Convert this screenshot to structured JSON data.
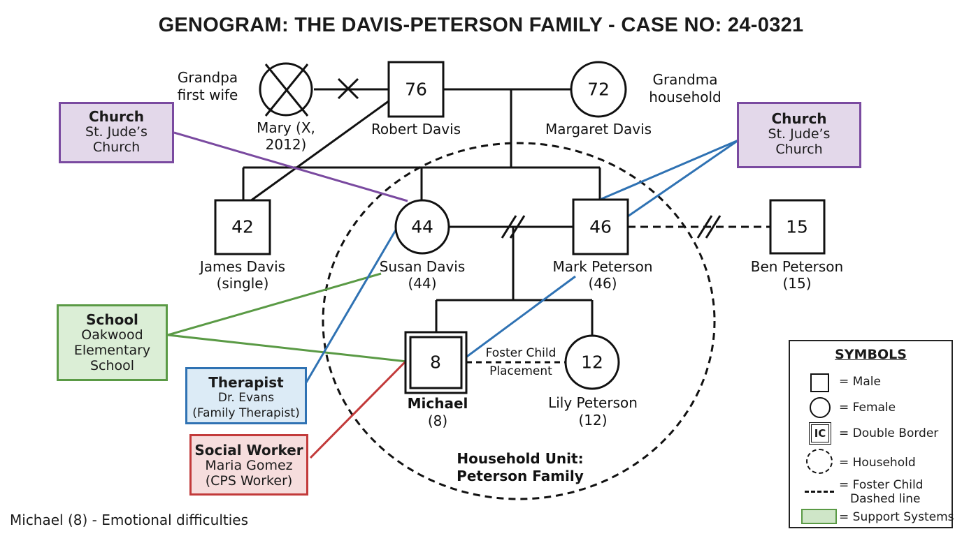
{
  "title": "GENOGRAM: THE DAVIS-PETERSON FAMILY - CASE NO: 24-0321",
  "annotations": {
    "grandpa_first_wife": [
      "Grandpa",
      "first wife"
    ],
    "grandma_household": [
      "Grandma",
      "household"
    ],
    "foster_placement": [
      "Foster Child",
      "Placement"
    ],
    "household_unit": [
      "Household Unit:",
      "Peterson Family"
    ]
  },
  "people": {
    "mary": {
      "number": "",
      "name": "Mary (X,",
      "sub": "2012)"
    },
    "robert": {
      "number": "76",
      "name": "Robert Davis",
      "sub": ""
    },
    "margaret": {
      "number": "72",
      "name": "Margaret Davis",
      "sub": ""
    },
    "james": {
      "number": "42",
      "name": "James Davis",
      "sub": "(single)"
    },
    "susan": {
      "number": "44",
      "name": "Susan Davis",
      "sub": "(44)"
    },
    "mark": {
      "number": "46",
      "name": "Mark Peterson",
      "sub": "(46)"
    },
    "ben": {
      "number": "15",
      "name": "Ben Peterson",
      "sub": "(15)"
    },
    "michael": {
      "number": "8",
      "name": "Michael",
      "sub": "(8)"
    },
    "lily": {
      "number": "12",
      "name": "Lily Peterson",
      "sub": "(12)"
    }
  },
  "supports": {
    "church_left": {
      "title": "Church",
      "lines": [
        "St. Jude’s",
        "Church"
      ]
    },
    "church_right": {
      "title": "Church",
      "lines": [
        "St. Jude’s",
        "Church"
      ]
    },
    "school": {
      "title": "School",
      "lines": [
        "Oakwood",
        "Elementary",
        "School"
      ]
    },
    "therapist": {
      "title": "Therapist",
      "lines": [
        "Dr. Evans",
        "(Family Therapist)"
      ]
    },
    "social_worker": {
      "title": "Social Worker",
      "lines": [
        "Maria Gomez",
        "(CPS Worker)"
      ]
    }
  },
  "note": "Michael (8) - Emotional difficulties",
  "legend": {
    "title": "SYMBOLS",
    "items": [
      {
        "icon": "square-icon",
        "label": "= Male"
      },
      {
        "icon": "circle-icon",
        "label": "= Female"
      },
      {
        "icon": "double-border-icon",
        "icon_text": "IC",
        "label": "= Double Border"
      },
      {
        "icon": "dashed-circle-icon",
        "label": "= Household"
      },
      {
        "icon": "dashed-line-icon",
        "label": "= Foster Child",
        "label2": "Dashed line"
      },
      {
        "icon": "support-box-icon",
        "label": "= Support Systems"
      }
    ]
  },
  "colors": {
    "church": "#7a4aa0",
    "school": "#5a9a45",
    "therapist": "#2f72b3",
    "social_worker": "#c23a3a",
    "line": "#111111"
  }
}
